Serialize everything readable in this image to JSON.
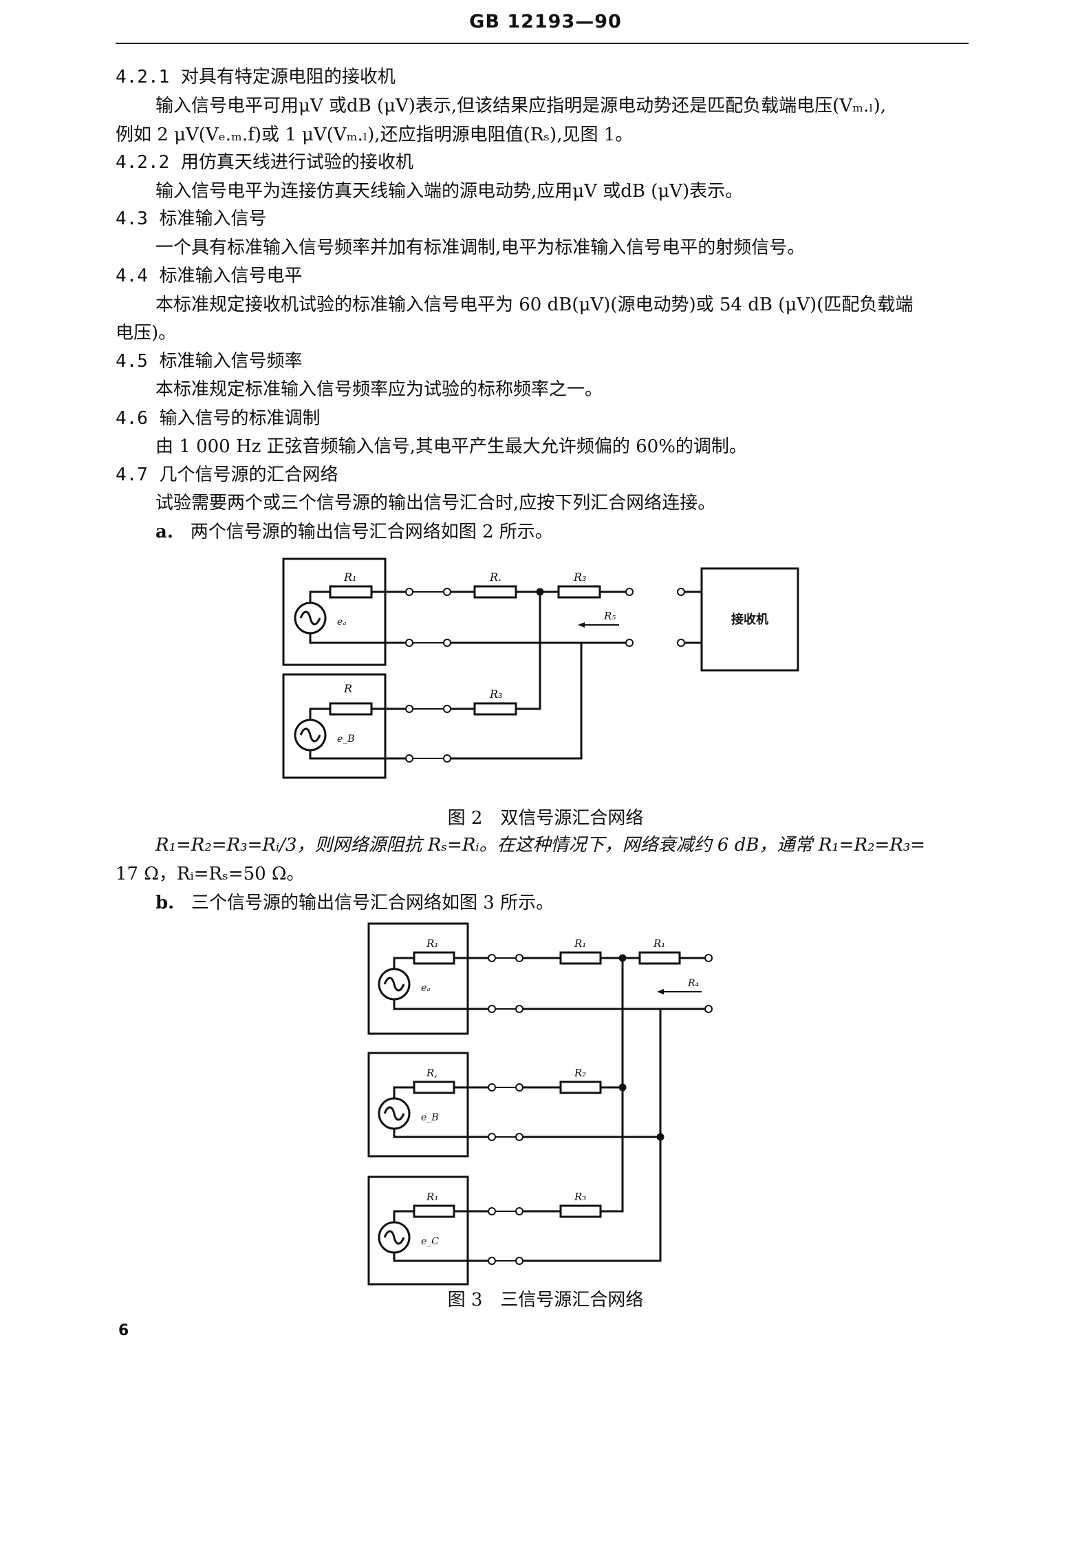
{
  "header": {
    "standard": "GB  12193—90"
  },
  "body": {
    "s421_num": "4.2.1",
    "s421_title": "对具有特定源电阻的接收机",
    "s421_p1": "输入信号电平可用μV 或dB (μV)表示,但该结果应指明是源电动势还是匹配负载端电压(Vₘ.ₗ),",
    "s421_p2": "例如 2 μV(Vₑ.ₘ.f)或 1 μV(Vₘ.ₗ),还应指明源电阻值(Rₛ),见图 1。",
    "s422_num": "4.2.2",
    "s422_title": "用仿真天线进行试验的接收机",
    "s422_p1": "输入信号电平为连接仿真天线输入端的源电动势,应用μV 或dB (μV)表示。",
    "s43_num": "4.3",
    "s43_title": "标准输入信号",
    "s43_p1": "一个具有标准输入信号频率并加有标准调制,电平为标准输入信号电平的射频信号。",
    "s44_num": "4.4",
    "s44_title": "标准输入信号电平",
    "s44_p1": "本标准规定接收机试验的标准输入信号电平为 60 dB(μV)(源电动势)或 54 dB (μV)(匹配负载端",
    "s44_p2": "电压)。",
    "s45_num": "4.5",
    "s45_title": "标准输入信号频率",
    "s45_p1": "本标准规定标准输入信号频率应为试验的标称频率之一。",
    "s46_num": "4.6",
    "s46_title": "输入信号的标准调制",
    "s46_p1": "由 1 000 Hz 正弦音频输入信号,其电平产生最大允许频偏的 60%的调制。",
    "s47_num": "4.7",
    "s47_title": "几个信号源的汇合网络",
    "s47_p1": "试验需要两个或三个信号源的输出信号汇合时,应按下列汇合网络连接。",
    "item_a_marker": "a.",
    "item_a_text": "两个信号源的输出信号汇合网络如图 2 所示。",
    "fig2_caption": "图 2　双信号源汇合网络",
    "eq_p1": "R₁=R₂=R₃=Rᵢ/3，则网络源阻抗 Rₛ=Rᵢ。在这种情况下，网络衰减约 6 dB，通常 R₁=R₂=R₃=",
    "eq_p2": "17 Ω，Rᵢ=Rₛ=50 Ω。",
    "item_b_marker": "b.",
    "item_b_text": "三个信号源的输出信号汇合网络如图 3 所示。",
    "fig3_caption": "图 3　三信号源汇合网络"
  },
  "figure2": {
    "receiver_label": "接收机",
    "labels": {
      "r_a": "R₁",
      "r_mid": "R.",
      "r_out": "R₃",
      "r_load": "R₅",
      "r_b": "R",
      "r_b2": "R₃",
      "e_a": "eₐ",
      "e_b": "e_B"
    }
  },
  "figure3": {
    "labels": {
      "r_a": "R₁",
      "r_mid": "R₁",
      "r_out": "R₁",
      "r_load": "R₄",
      "r_b": "R,",
      "r_b2": "R₂",
      "r_c": "R₁",
      "r_c2": "R₃",
      "e_a": "eₐ",
      "e_b": "e_B",
      "e_c": "e_C"
    }
  },
  "footer": {
    "page_number": "6"
  }
}
